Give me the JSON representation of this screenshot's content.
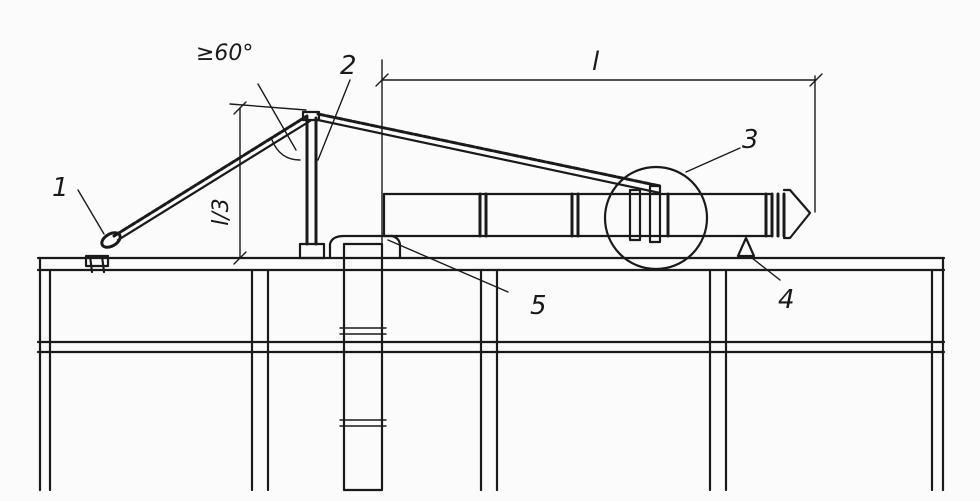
{
  "labels": {
    "winch": "1",
    "mast": "2",
    "joint": "3",
    "support": "4",
    "pivot": "5",
    "angle": "≥60°",
    "length": "l",
    "height": "l/3"
  },
  "colors": {
    "ink": "#1a1a1a",
    "paper": "#fbfbfb"
  }
}
